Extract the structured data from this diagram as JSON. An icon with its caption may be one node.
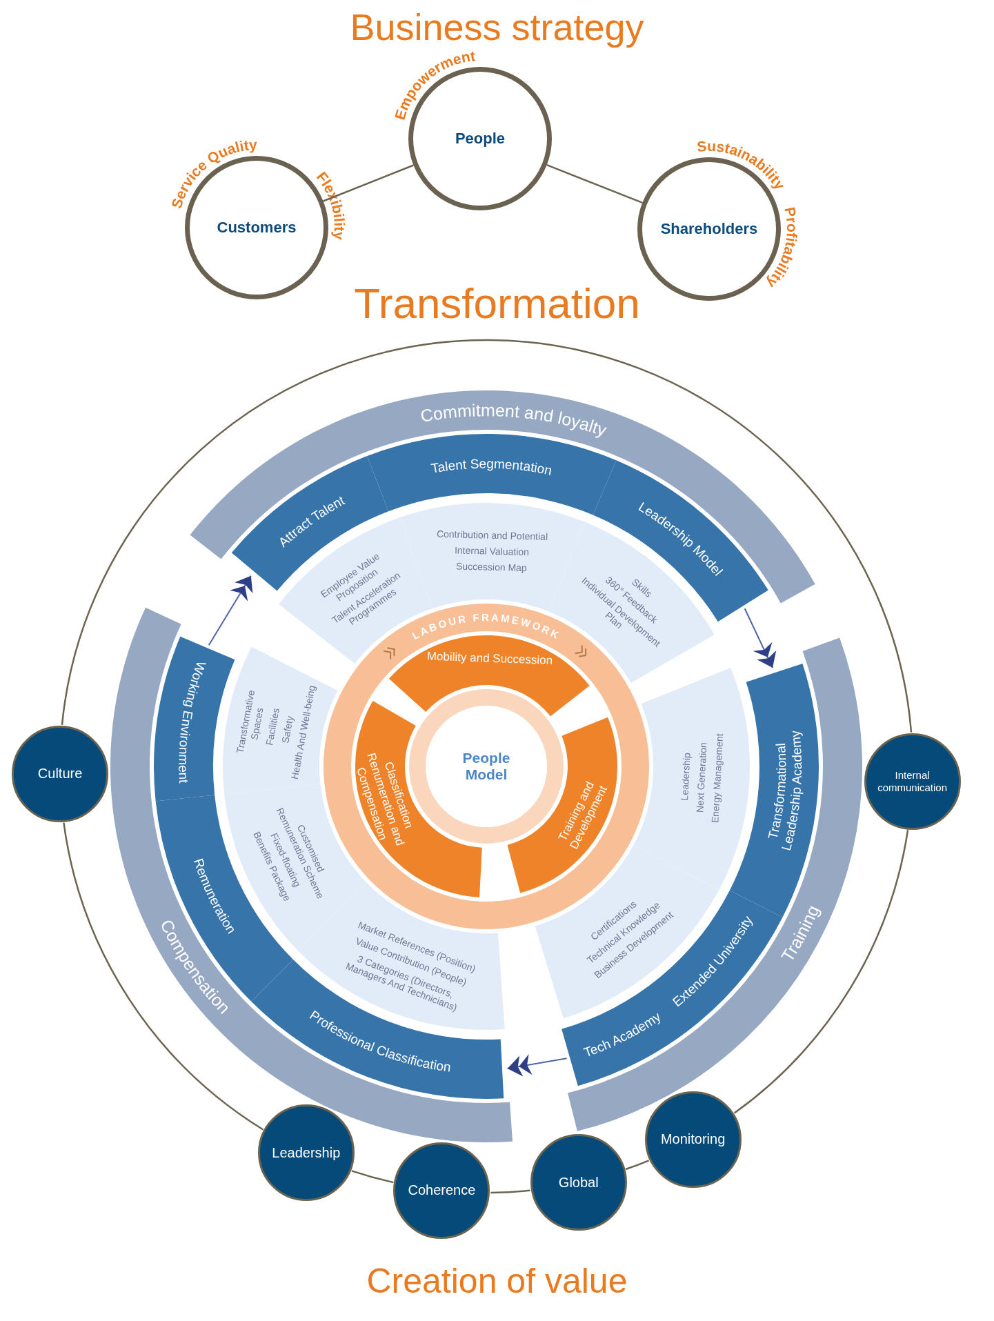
{
  "diagram": {
    "title": "Business strategy",
    "nodes": [
      {
        "text": [
          "Empowerment",
          "People"
        ]
      },
      {
        "text": [
          "Service Quality",
          "Customers",
          "Flexibility"
        ]
      },
      {
        "text": [
          "Sustainability",
          "Shareholders",
          "Profitability"
        ]
      },
      {
        "text": [
          "Commitment and loyalty"
        ]
      },
      {
        "text": [
          "Attract Talent"
        ]
      },
      {
        "text": [
          "Talent Segmentation"
        ]
      },
      {
        "text": [
          "Leadership Model"
        ]
      },
      {
        "text": [
          "Employee Value Proposition",
          "Talent Acceleration Programmes"
        ]
      },
      {
        "text": [
          "Contribution and Potential",
          "Internal Valuation",
          "Succession Map"
        ]
      },
      {
        "text": [
          "Skills",
          "360° Feedback",
          "Individual Development Plan"
        ]
      },
      {
        "text": [
          "LABOUR FRAMEWORK"
        ]
      },
      {
        "text": [
          "Mobility and Succession"
        ],
        "in": 10
      },
      {
        "text": [
          "People Model"
        ],
        "in": 10
      },
      {
        "text": [
          "Classification Renumeration and Compensation"
        ],
        "in": 10
      },
      {
        "text": [
          "Training and Development"
        ],
        "in": 10
      },
      {
        "text": [
          "Culture"
        ]
      },
      {
        "text": [
          "Working Environment"
        ]
      },
      {
        "text": [
          "Transformative Spaces",
          "Facilities",
          "Safety",
          "Health And Well-being"
        ]
      },
      {
        "text": [
          "Compensation"
        ]
      },
      {
        "text": [
          "Remuneration"
        ]
      },
      {
        "text": [
          "Customised Remuneration Scheme",
          "Fixed-floating",
          "Benefits Package"
        ]
      },
      {
        "text": [
          "Professional Classification"
        ]
      },
      {
        "text": [
          "Market References (Position)",
          "Value Contribution (People)",
          "3 Categories (Directors, Managers And Technicians)"
        ]
      },
      {
        "text": [
          "Training"
        ]
      },
      {
        "text": [
          "Transformational Leadership Academy"
        ]
      },
      {
        "text": [
          "Tech Academy",
          "Extended University"
        ]
      },
      {
        "text": [
          "Leadership",
          "Next Generation",
          "Energy Management"
        ]
      },
      {
        "text": [
          "Certifications",
          "Technical Knowledge",
          "Business Development"
        ]
      },
      {
        "text": [
          "Internal communication"
        ]
      },
      {
        "text": [
          "Leadership"
        ]
      },
      {
        "text": [
          "Coherence"
        ]
      },
      {
        "text": [
          "Global"
        ]
      },
      {
        "text": [
          "Monitoring"
        ]
      }
    ],
    "edges": [
      {
        "from": 1,
        "to": 0,
        "arrow": "none"
      },
      {
        "from": 0,
        "to": 2,
        "arrow": "none"
      },
      {
        "from": 16,
        "to": 4,
        "arrow": "to"
      },
      {
        "from": 6,
        "to": 24,
        "arrow": "to"
      },
      {
        "from": 25,
        "to": 21,
        "arrow": "to"
      },
      {
        "from": 15,
        "to": 29,
        "arrow": "none"
      },
      {
        "from": 29,
        "to": 30,
        "arrow": "none"
      },
      {
        "from": 30,
        "to": 31,
        "arrow": "none"
      },
      {
        "from": 31,
        "to": 32,
        "arrow": "none"
      },
      {
        "from": 32,
        "to": 28,
        "arrow": "none"
      },
      {
        "from": 28,
        "to": 15,
        "arrow": "none"
      }
    ],
    "labels": [
      "Transformation",
      "Creation of value"
    ]
  }
}
